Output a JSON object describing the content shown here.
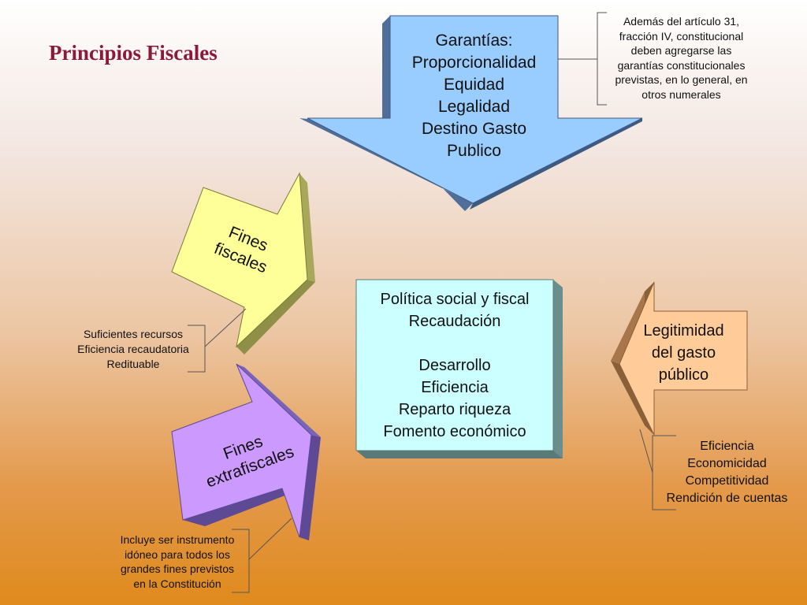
{
  "title": "Principios Fiscales",
  "colors": {
    "garantias_arrow": "#99ccff",
    "fines_fiscales_arrow": "#ffff99",
    "fines_extrafiscales_arrow": "#cc99ff",
    "center_box": "#ccffff",
    "legitimidad_arrow": "#ffcc99",
    "title_color": "#8b1a3a"
  },
  "garantias": {
    "lines": [
      "Garantías:",
      "Proporcionalidad",
      "Equidad",
      "Legalidad",
      "Destino Gasto",
      "Publico"
    ]
  },
  "garantias_note": {
    "lines": [
      "Además del artículo 31,",
      "fracción IV, constitucional",
      "deben agregarse las",
      "garantías constitucionales",
      "previstas, en lo general, en",
      "otros numerales"
    ]
  },
  "fines_fiscales": {
    "lines": [
      "Fines",
      "fiscales"
    ],
    "note": [
      "Suficientes recursos",
      "Eficiencia recaudatoria",
      "Redituable"
    ]
  },
  "fines_extrafiscales": {
    "lines": [
      "Fines",
      "extrafiscales"
    ],
    "note": [
      "Incluye ser instrumento",
      "idóneo para todos los",
      "grandes fines previstos",
      "en la Constitución"
    ]
  },
  "center": {
    "lines": [
      "Política social y fiscal",
      "Recaudación",
      "",
      "Desarrollo",
      "Eficiencia",
      "Reparto riqueza",
      "Fomento económico"
    ]
  },
  "legitimidad": {
    "lines": [
      "Legitimidad",
      "del gasto",
      "público"
    ],
    "note": [
      "Eficiencia",
      "Economicidad",
      "Competitividad",
      "Rendición de cuentas"
    ]
  }
}
